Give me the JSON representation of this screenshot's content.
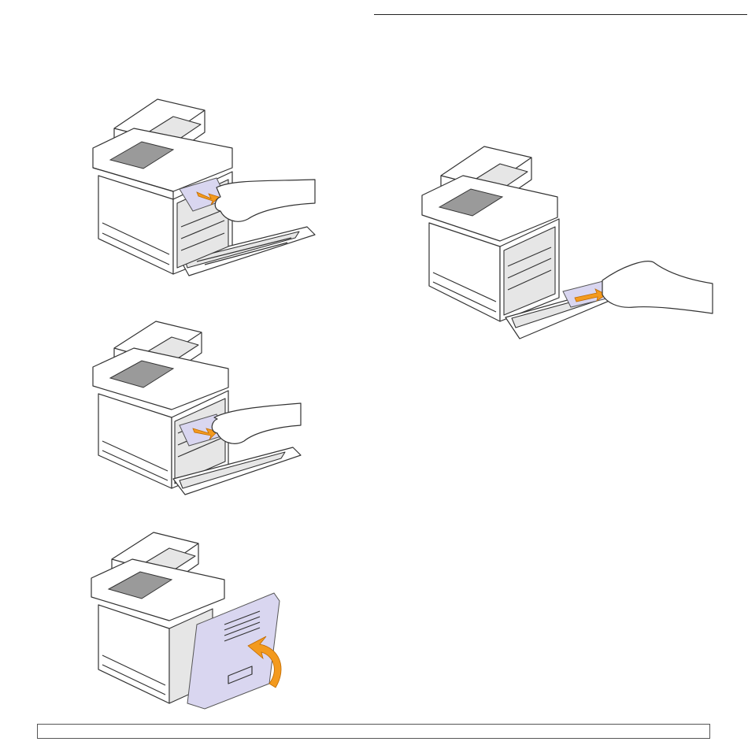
{
  "page": {
    "header_rule": true,
    "footer_bar": true
  },
  "illustrations": [
    {
      "name": "step-remove-paper-from-upper-exit",
      "arrow_color": "#f39a1e",
      "paper_color": "#d9d6f0"
    },
    {
      "name": "step-remove-paper-from-duplex-area",
      "arrow_color": "#f39a1e",
      "paper_color": "#d9d6f0"
    },
    {
      "name": "step-remove-paper-from-fuser-area",
      "arrow_color": "#f39a1e",
      "paper_color": "#d9d6f0"
    },
    {
      "name": "step-close-right-door",
      "arrow_color": "#f39a1e",
      "door_color": "#d9d6f0"
    }
  ]
}
